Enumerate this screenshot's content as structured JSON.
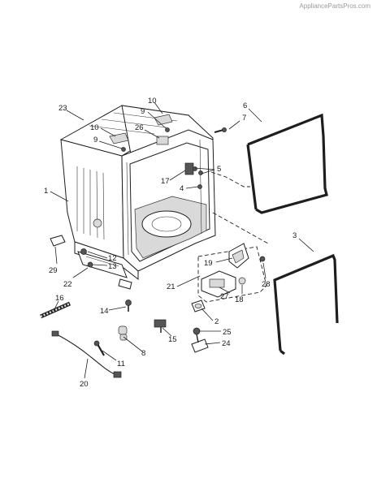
{
  "watermark": "AppliancePartsPros.com",
  "callouts": {
    "c1": "1",
    "c2": "2",
    "c3": "3",
    "c4": "4",
    "c5": "5",
    "c6": "6",
    "c7": "7",
    "c8": "8",
    "c9a": "9",
    "c9b": "9",
    "c10a": "10",
    "c10b": "10",
    "c11": "11",
    "c12": "12",
    "c13": "13",
    "c14": "14",
    "c15": "15",
    "c16": "16",
    "c17": "17",
    "c18": "18",
    "c19": "19",
    "c20": "20",
    "c21": "21",
    "c22": "22",
    "c23": "23",
    "c24": "24",
    "c25": "25",
    "c26": "26",
    "c27": "27",
    "c28": "28",
    "c29": "29"
  }
}
